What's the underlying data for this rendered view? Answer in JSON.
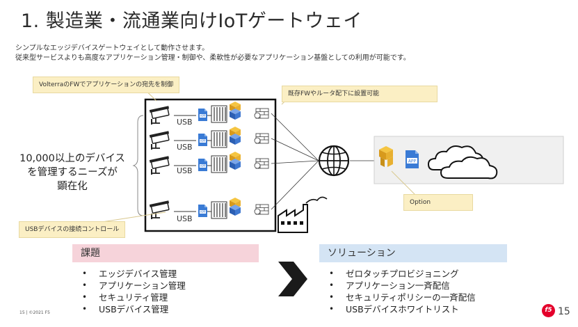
{
  "header": {
    "title": "1. 製造業・流通業向けIoTゲートウェイ",
    "description_line1": "シンプルなエッジデバイスゲートウェイとして動作させます。",
    "description_line2": "従来型サービスよりも高度なアプリケーション管理・制御や、柔軟性が必要なアプリケーション基盤としての利用が可能です。"
  },
  "diagram": {
    "callout_fw": "VolterraのFWでアプリケーションの宛先を制御",
    "callout_router": "既存FWやルータ配下に設置可能",
    "callout_usb": "USBデバイスの接続コントロール",
    "callout_option": "Option",
    "device_label": "10,000以上のデバイスを管理するニーズが顕在化",
    "device_label_line1": "10,000以上のデバイス",
    "device_label_line2": "を管理するニーズが",
    "device_label_line3": "顕在化",
    "usb_label": "USB",
    "app_label": "APP"
  },
  "issues": {
    "heading": "課題",
    "items": [
      "エッジデバイス管理",
      "アプリケーション管理",
      "セキュリティ管理",
      "USBデバイス管理"
    ]
  },
  "solutions": {
    "heading": "ソリューション",
    "items": [
      "ゼロタッチプロビジョニング",
      "アプリケーション一斉配信",
      "セキュリティポリシーの一斉配信",
      "USBデバイスホワイトリスト"
    ]
  },
  "footer": {
    "copyright": "15 | ©2021 F5",
    "page_number": "15",
    "logo_text": "f5"
  },
  "colors": {
    "issues_header": "#f6d3da",
    "solutions_header": "#d4e4f4",
    "callout": "#fbefc4",
    "app_blue": "#3a7bd5",
    "logo_red": "#e4002b"
  }
}
